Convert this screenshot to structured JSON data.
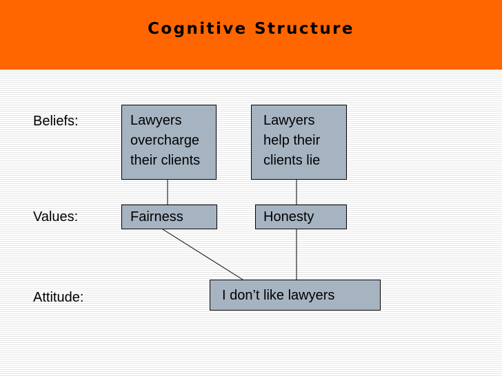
{
  "slide": {
    "title": "Cognitive Structure",
    "accent_color": "#ff6600",
    "box_color": "#a6b4c2"
  },
  "rows": {
    "beliefs": "Beliefs:",
    "values": "Values:",
    "attitude": "Attitude:"
  },
  "nodes": {
    "belief_1": [
      "Lawyers",
      "overcharge",
      "their clients"
    ],
    "belief_2": [
      "Lawyers",
      "help their",
      "clients lie"
    ],
    "value_1": "Fairness",
    "value_2": "Honesty",
    "attitude": "I don’t like lawyers"
  }
}
